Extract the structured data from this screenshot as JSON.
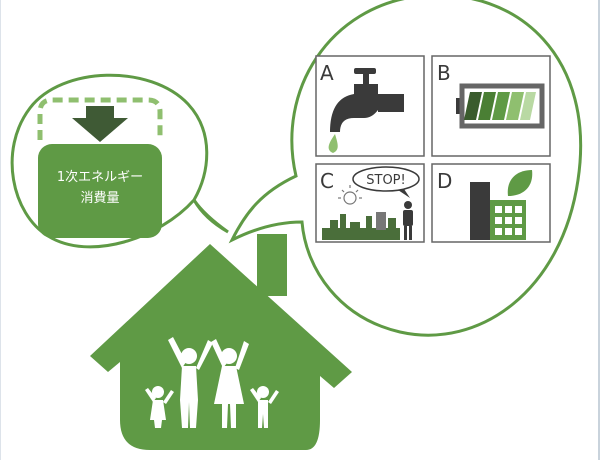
{
  "colors": {
    "green": "#5f9a45",
    "dark_green": "#4a7f34",
    "dark_gray": "#3a3a3a",
    "panel_border": "#666666",
    "light_green": "#8fbf6f"
  },
  "energy_box": {
    "line1": "1次エネルギー",
    "line2": "消費量"
  },
  "panels": [
    {
      "letter": "A",
      "icon": "faucet-icon"
    },
    {
      "letter": "B",
      "icon": "battery-icon"
    },
    {
      "letter": "C",
      "icon": "city-stop-icon",
      "speech": "STOP!"
    },
    {
      "letter": "D",
      "icon": "green-building-icon"
    }
  ],
  "house": {
    "icon": "house-family-icon"
  }
}
